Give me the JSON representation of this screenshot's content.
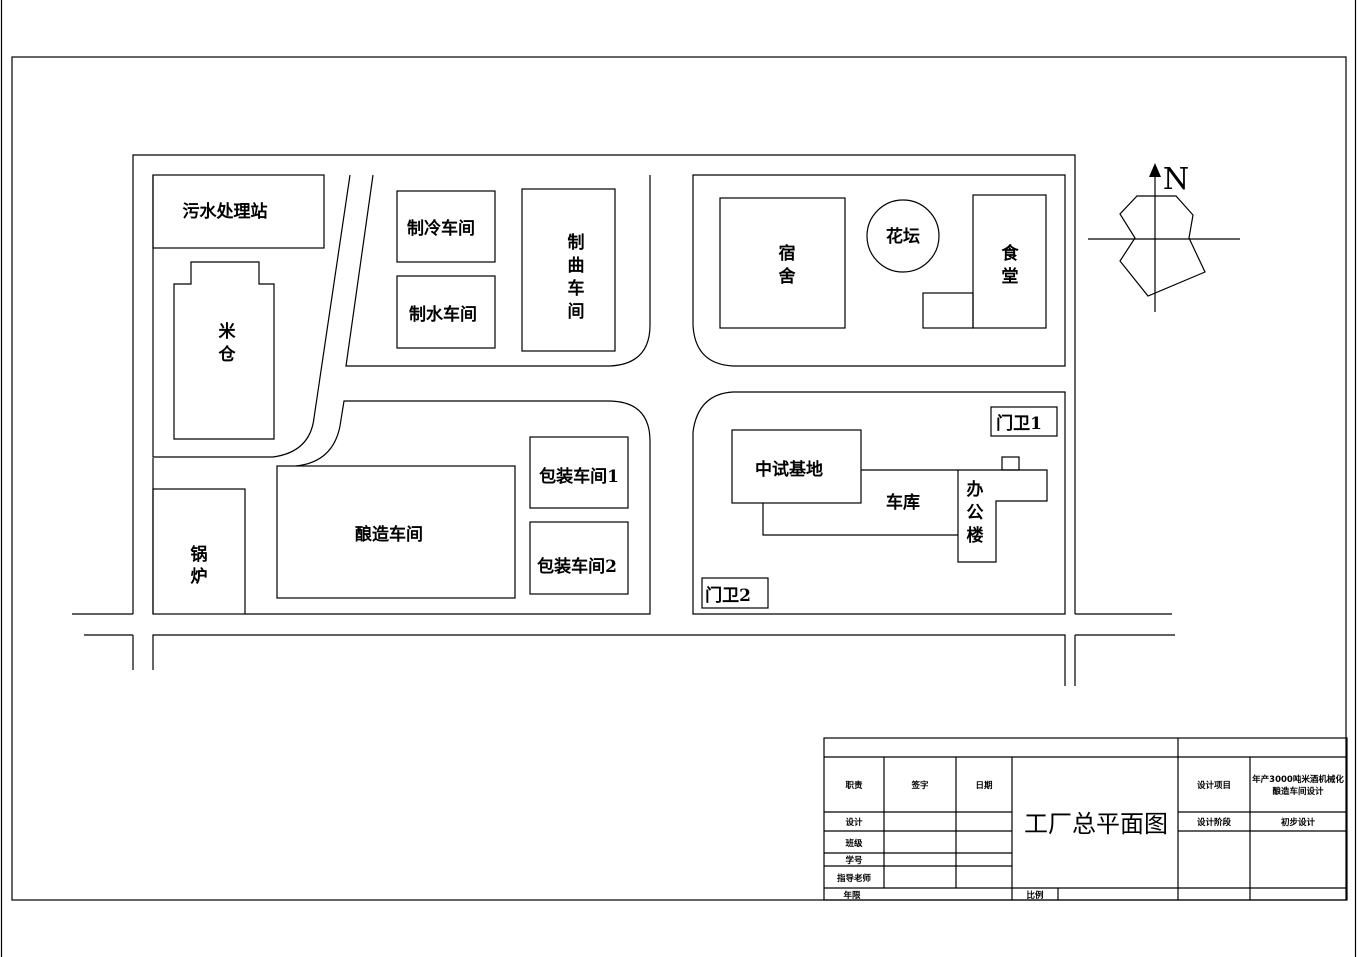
{
  "plan": {
    "buildings": {
      "sewage": "污水处理站",
      "rice_store": [
        "米",
        "仓"
      ],
      "boiler": [
        "锅",
        "炉"
      ],
      "refrigeration": "制冷车间",
      "water": "制水车间",
      "koji": [
        "制",
        "曲",
        "车",
        "间"
      ],
      "brewing": "酿造车间",
      "packaging1": "包装车间1",
      "packaging2": "包装车间2",
      "dormitory": [
        "宿",
        "舍"
      ],
      "flower_bed": "花坛",
      "canteen": [
        "食",
        "堂"
      ],
      "gate1": "门卫1",
      "gate2": "门卫2",
      "pilot_base": "中试基地",
      "garage": "车库",
      "office": [
        "办",
        "公",
        "楼"
      ]
    },
    "north_label": "N"
  },
  "title_block": {
    "headers": {
      "role": "职责",
      "signature": "签字",
      "date": "日期"
    },
    "rows": {
      "design": "设计",
      "class": "班级",
      "student_no": "学号",
      "advisor": "指导老师",
      "year": "年限"
    },
    "title": "工厂总平面图",
    "scale_label": "比例",
    "project_label": "设计项目",
    "project_value": [
      "年产3000吨米酒机械化",
      "酿造车间设计"
    ],
    "stage_label": "设计阶段",
    "stage_value": "初步设计"
  }
}
